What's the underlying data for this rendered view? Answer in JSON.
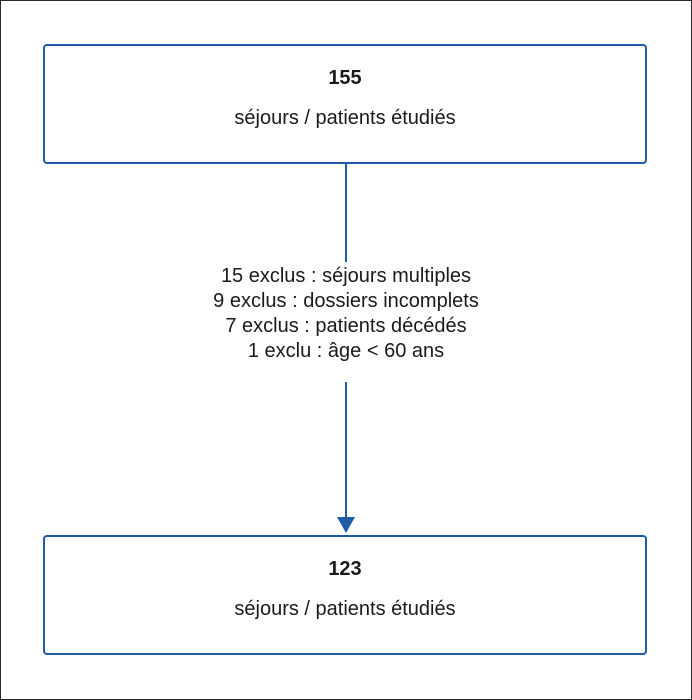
{
  "flow": {
    "top_box": {
      "count": "155",
      "label": "séjours / patients étudiés"
    },
    "exclusions": [
      "15 exclus : séjours multiples",
      "9 exclus : dossiers incomplets",
      "7 exclus : patients décédés",
      "1 exclu : âge < 60 ans"
    ],
    "bottom_box": {
      "count": "123",
      "label": "séjours / patients étudiés"
    }
  },
  "colors": {
    "box_border": "#1f5ca8",
    "arrow": "#1f5ca8",
    "frame": "#2b2b2b",
    "text": "#1a1a1a"
  }
}
